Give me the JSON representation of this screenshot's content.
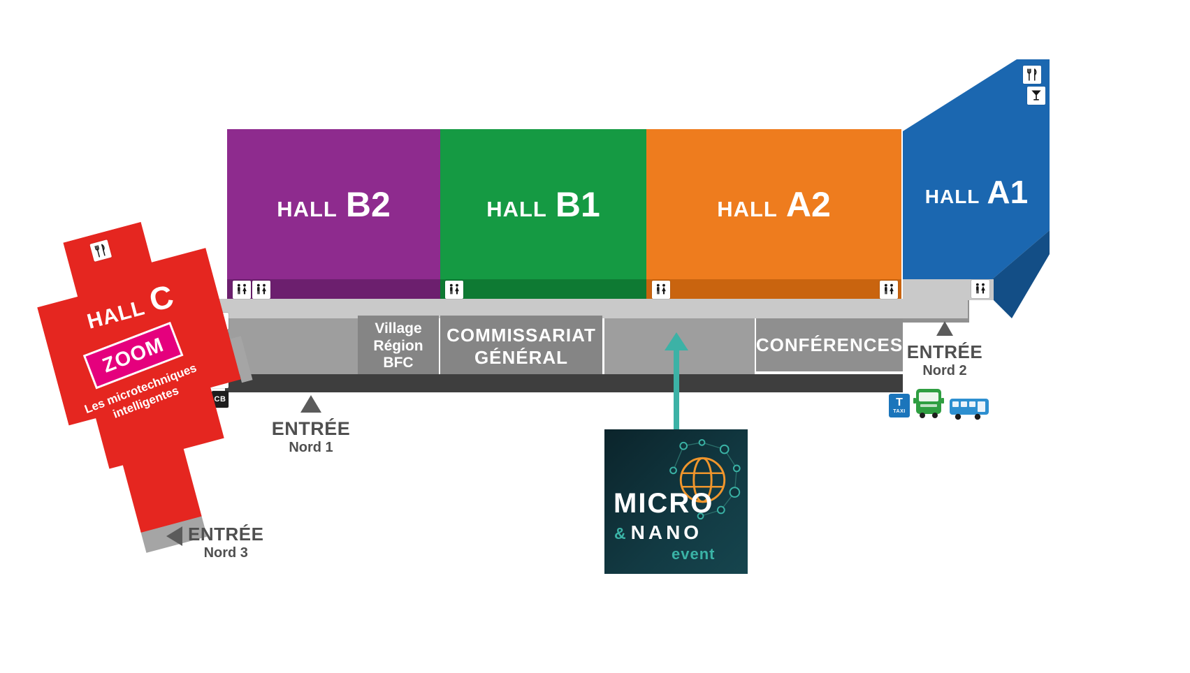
{
  "colors": {
    "hall_b2": "#8e2b8e",
    "hall_b2_dark": "#6c1f6e",
    "hall_b1": "#159a43",
    "hall_b1_dark": "#0e7a33",
    "hall_a2": "#ee7c1e",
    "hall_a2_dark": "#c9640f",
    "hall_a1": "#1b67b0",
    "hall_a1_dark": "#134e86",
    "hall_c": "#e52620",
    "zoom_magenta": "#e5007d",
    "teal_accent": "#3ab3a6",
    "globe_orange": "#f0962c",
    "corridor_light": "#c9c9c9",
    "area_gray": "#858585",
    "area_gray_light": "#9e9e9e",
    "strip_dark": "#3e3e3e",
    "logo_background": "#0b242b",
    "taxi_blue": "#1b75bb",
    "bus_green": "#2f9e41",
    "bus_blue": "#2d8fd0"
  },
  "halls": {
    "b2": {
      "prefix": "HALL",
      "name": "B2"
    },
    "b1": {
      "prefix": "HALL",
      "name": "B1"
    },
    "a2": {
      "prefix": "HALL",
      "name": "A2"
    },
    "a1": {
      "prefix": "HALL",
      "name": "A1"
    },
    "c": {
      "prefix": "HALL",
      "name": "C"
    }
  },
  "hall_c": {
    "zoom": "ZOOM",
    "tagline_line1": "Les microtechniques",
    "tagline_line2": "intelligentes"
  },
  "areas": {
    "village": {
      "line1": "Village",
      "line2": "Région",
      "line3": "BFC"
    },
    "commissariat": {
      "line1": "COMMISSARIAT",
      "line2": "GÉNÉRAL"
    },
    "conferences": {
      "label": "CONFÉRENCES"
    }
  },
  "entrances": {
    "nord1": {
      "title": "ENTRÉE",
      "subtitle": "Nord 1"
    },
    "nord2": {
      "title": "ENTRÉE",
      "subtitle": "Nord 2"
    },
    "nord3": {
      "title": "ENTRÉE",
      "subtitle": "Nord 3"
    }
  },
  "transport": {
    "taxi_letter": "T",
    "taxi_label": "TAXI"
  },
  "services": {
    "card_label": "CB"
  },
  "logo": {
    "micro": "MICRO",
    "amp": "&",
    "nano": "NANO",
    "event": "event"
  },
  "icons": [
    "restroom-icon",
    "restaurant-icon",
    "bar-icon",
    "cloakroom-icon",
    "delivery-truck-icon",
    "card-cb-icon",
    "taxi-icon",
    "bus-front-icon",
    "bus-side-icon",
    "globe-network-icon",
    "entrance-arrow-icon"
  ]
}
